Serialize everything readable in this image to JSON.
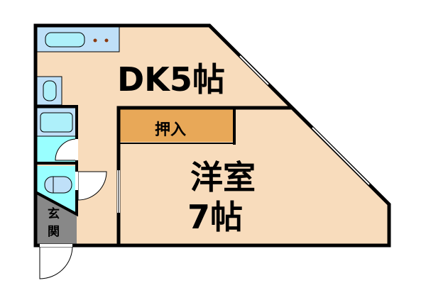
{
  "rooms": {
    "dk": {
      "label": "DK5帖"
    },
    "closet": {
      "label": "押入"
    },
    "western_room": {
      "line1": "洋室",
      "line2": "7帖"
    },
    "entrance": {
      "line1": "玄",
      "line2": "関"
    }
  },
  "colors": {
    "floor": "#f8dcbc",
    "closet": "#e8a858",
    "fixture": "#bfe0f8",
    "wet_area": "#99ffff",
    "entrance": "#888888",
    "wall": "#000000"
  }
}
